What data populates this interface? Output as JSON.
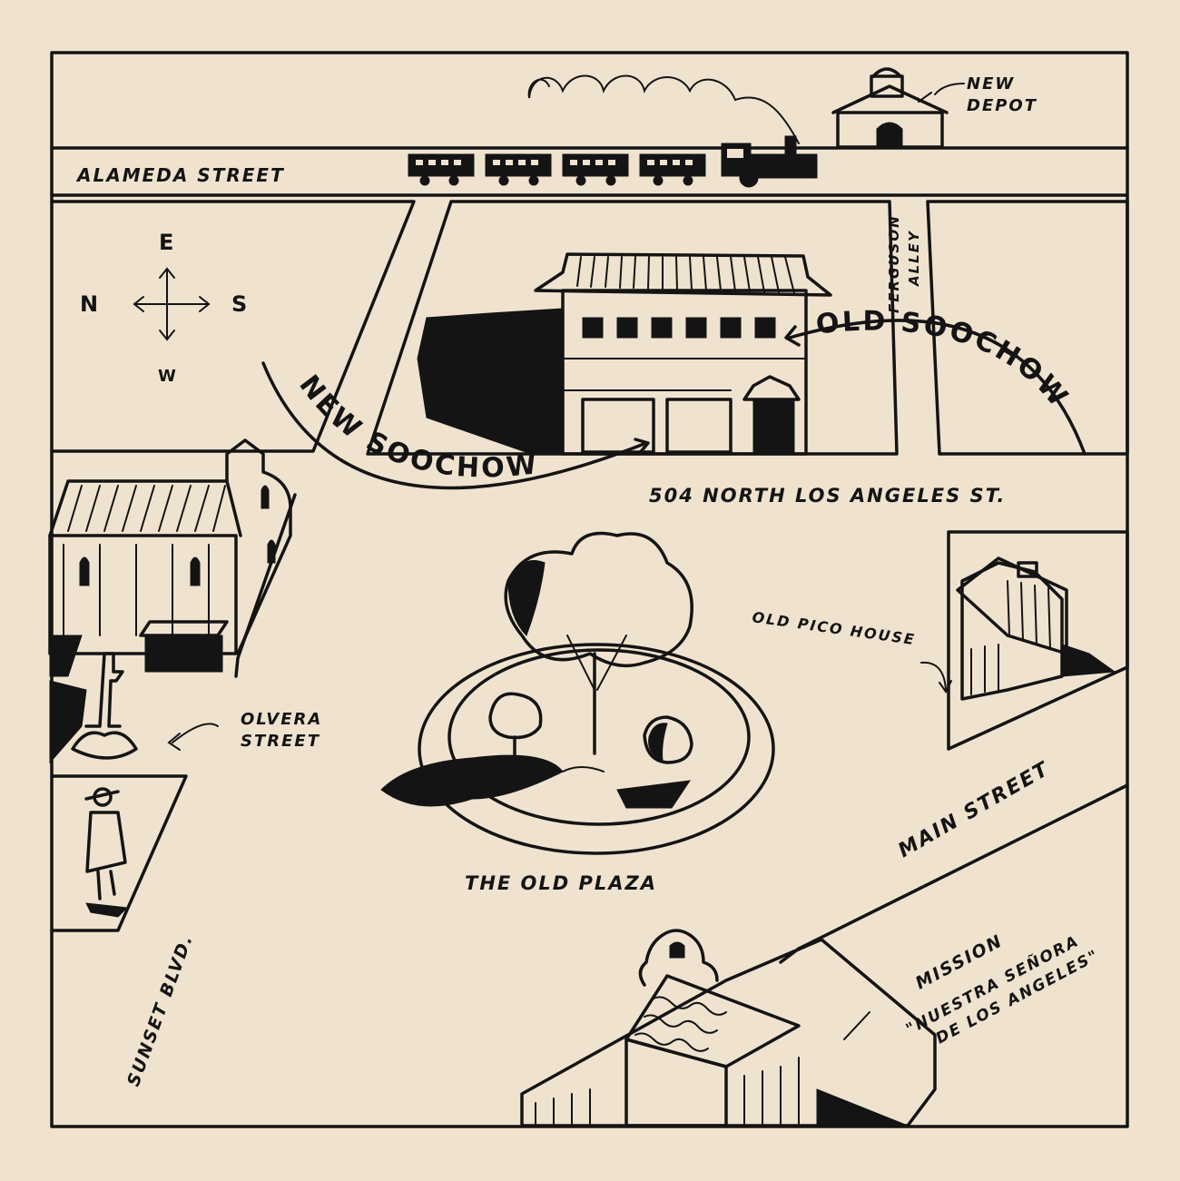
{
  "map": {
    "compass": {
      "north": "N",
      "south": "S",
      "east": "E",
      "west": "W"
    },
    "labels": {
      "alameda_street": "ALAMEDA STREET",
      "new_depot_line1": "NEW",
      "new_depot_line2": "DEPOT",
      "ferguson_line1": "FERGUSON",
      "ferguson_line2": "ALLEY",
      "old_soochow": "OLD SOOCHOW",
      "new_soochow": "NEW SOOCHOW",
      "address": "504 NORTH LOS ANGELES ST.",
      "olvera_line1": "OLVERA",
      "olvera_line2": "STREET",
      "old_pico_house": "OLD PICO HOUSE",
      "main_street": "MAIN STREET",
      "old_plaza": "THE OLD PLAZA",
      "sunset_blvd": "SUNSET BLVD.",
      "mission_line1": "MISSION",
      "mission_line2": "\"NUESTRA SEÑORA",
      "mission_line3": "DE LOS ANGELES\""
    },
    "icons": [
      "train-icon",
      "depot-building-icon",
      "soochow-building-icon",
      "church-icon",
      "cross-icon",
      "person-in-poncho-icon",
      "plaza-tree-icon",
      "pico-house-icon",
      "mission-building-icon",
      "compass-icon"
    ],
    "colors": {
      "paper": "#efe3cf",
      "ink": "#141414"
    }
  }
}
